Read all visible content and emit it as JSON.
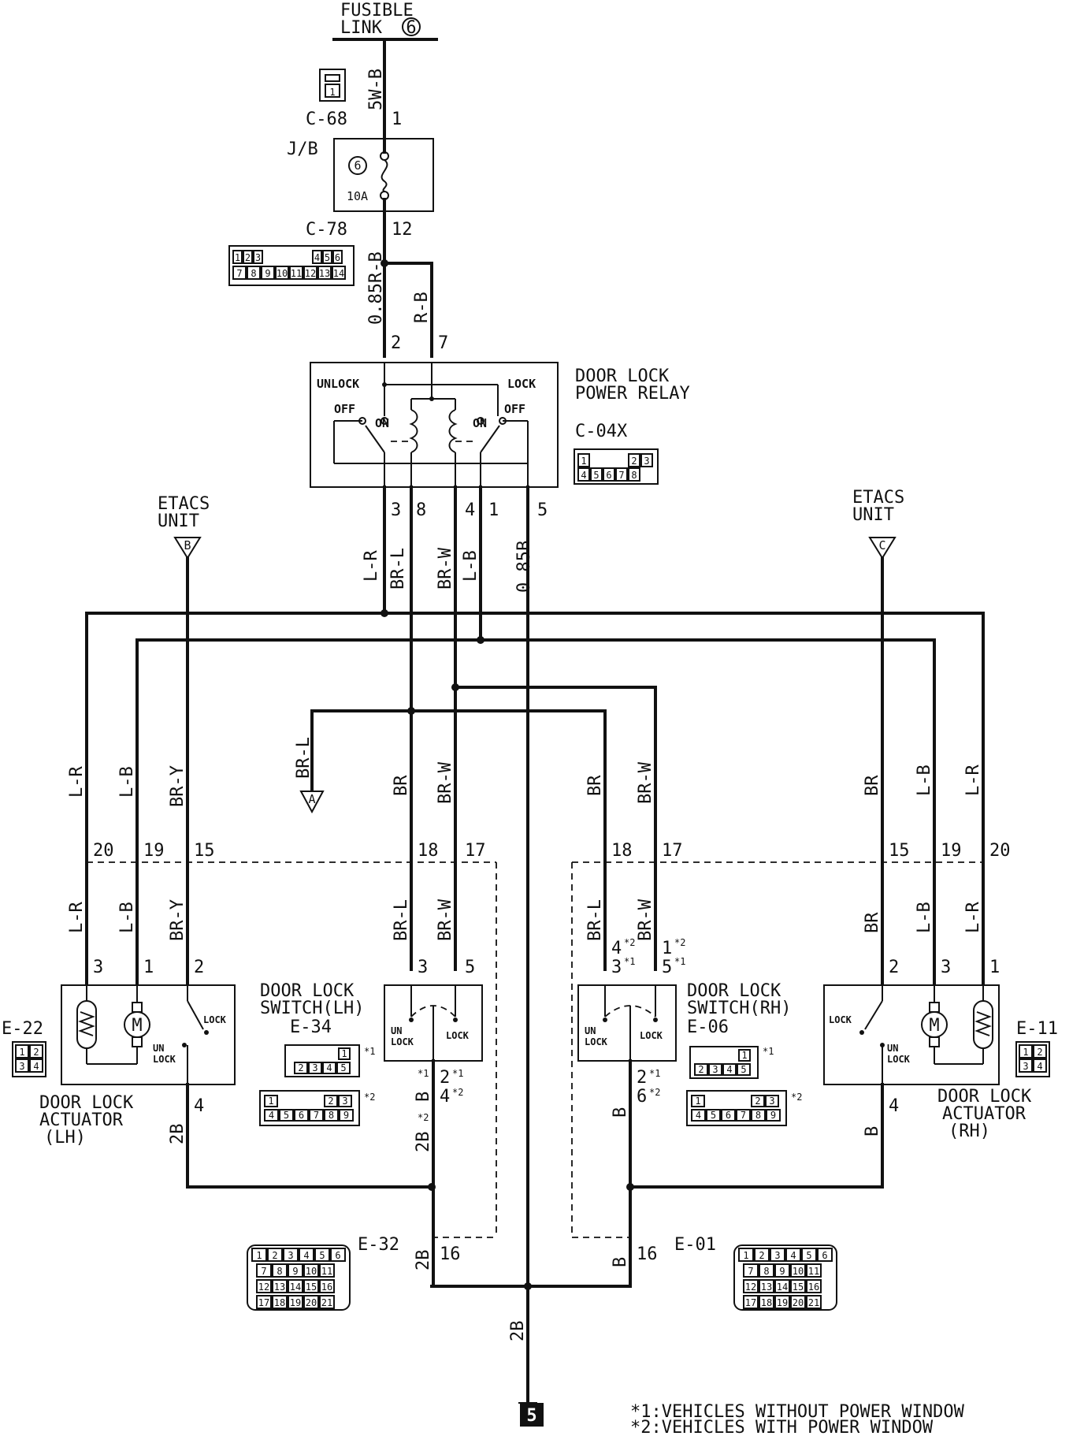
{
  "fusible_link": {
    "line1": "FUSIBLE",
    "line2": "LINK",
    "num": "6"
  },
  "connectors": {
    "c68": "C-68",
    "c78": "C-78",
    "jb": "J/B",
    "c04x": "C-04X",
    "e22": "E-22",
    "e11": "E-11",
    "e34": "E-34",
    "e06": "E-06",
    "e32": "E-32",
    "e01": "E-01"
  },
  "fuse": {
    "num": "6",
    "rating": "10A"
  },
  "relay": {
    "title1": "DOOR LOCK",
    "title2": "POWER RELAY",
    "unlock": "UNLOCK",
    "lock": "LOCK",
    "off": "OFF",
    "on": "ON"
  },
  "etacs": {
    "line1": "ETACS",
    "line2": "UNIT",
    "left_tag": "B",
    "right_tag": "C"
  },
  "wires": {
    "w5wb": "5W-B",
    "w085rb": "0.85R-B",
    "wrb": "R-B",
    "lr": "L-R",
    "brl": "BR-L",
    "brw": "BR-W",
    "lb": "L-B",
    "w085b": "0.85B",
    "bry": "BR-Y",
    "br": "BR",
    "b": "B",
    "b2": "2B",
    "b2s2": "2B*2",
    "bs1": "B*1"
  },
  "pins": {
    "p1": "1",
    "p2": "2",
    "p3": "3",
    "p4": "4",
    "p5": "5",
    "p6": "6",
    "p7": "7",
    "p8": "8",
    "p12": "12",
    "p15": "15",
    "p16": "16",
    "p17": "17",
    "p18": "18",
    "p19": "19",
    "p20": "20"
  },
  "notes": {
    "s1": "*1",
    "s2": "*2"
  },
  "a_tag": "A",
  "actuator_lh": {
    "line1": "DOOR LOCK",
    "line2": "ACTUATOR",
    "line3": "(LH)",
    "lock": "LOCK",
    "un": "UN",
    "unlock": "LOCK"
  },
  "actuator_rh": {
    "line1": "DOOR LOCK",
    "line2": "ACTUATOR",
    "line3": "(RH)",
    "lock": "LOCK",
    "un": "UN",
    "unlock": "LOCK"
  },
  "switch_lh": {
    "line1": "DOOR LOCK",
    "line2": "SWITCH(LH)",
    "un": "UN",
    "unlock": "LOCK",
    "lock": "LOCK"
  },
  "switch_rh": {
    "line1": "DOOR LOCK",
    "line2": "SWITCH(RH)",
    "un": "UN",
    "unlock": "LOCK",
    "lock": "LOCK"
  },
  "motor": "M",
  "ground_num": "5",
  "footnotes": {
    "n1": "*1:VEHICLES WITHOUT POWER WINDOW",
    "n2": "*2:VEHICLES WITH POWER WINDOW"
  },
  "cells": {
    "c68": [
      "1"
    ],
    "c78_top": [
      "1",
      "2",
      "3",
      "4",
      "5",
      "6"
    ],
    "c78_bot": [
      "7",
      "8",
      "9",
      "10",
      "11",
      "12",
      "13",
      "14"
    ],
    "c04x_top": [
      "1",
      "2",
      "3"
    ],
    "c04x_bot": [
      "4",
      "5",
      "6",
      "7",
      "8"
    ],
    "quad": [
      "1",
      "2",
      "3",
      "4"
    ],
    "sw_s1": [
      "1",
      "2",
      "3",
      "4",
      "5"
    ],
    "sw_s2_top": [
      "1",
      "2",
      "3"
    ],
    "sw_s2_bot": [
      "4",
      "5",
      "6",
      "7",
      "8",
      "9"
    ],
    "big": [
      "1",
      "2",
      "3",
      "4",
      "5",
      "6",
      "7",
      "8",
      "9",
      "10",
      "11",
      "12",
      "13",
      "14",
      "15",
      "16",
      "17",
      "18",
      "19",
      "20",
      "21"
    ]
  }
}
